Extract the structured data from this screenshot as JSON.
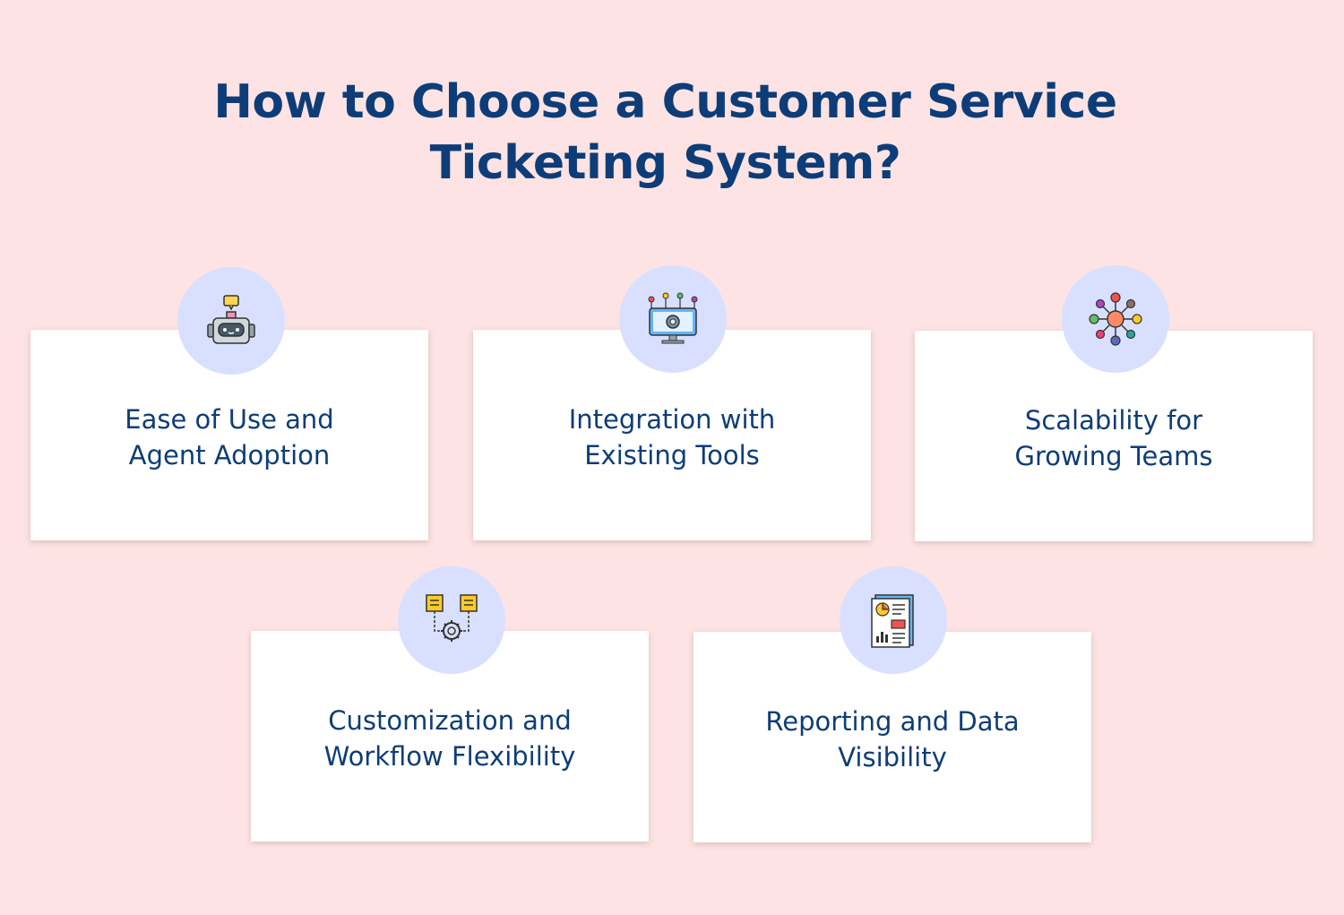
{
  "title": {
    "line1": "How to Choose a Customer Service",
    "line2": "Ticketing System?"
  },
  "cards": [
    {
      "line1": "Ease of Use and",
      "line2": "Agent Adoption",
      "icon": "robot-icon"
    },
    {
      "line1": "Integration with",
      "line2": "Existing Tools",
      "icon": "monitor-gear-icon"
    },
    {
      "line1": "Scalability for",
      "line2": "Growing Teams",
      "icon": "team-network-icon"
    },
    {
      "line1": "Customization and",
      "line2": "Workflow Flexibility",
      "icon": "workflow-gear-icon"
    },
    {
      "line1": "Reporting and Data",
      "line2": "Visibility",
      "icon": "report-document-icon"
    }
  ],
  "colors": {
    "background": "#fde3e3",
    "title": "#0d3d78",
    "card": "#ffffff",
    "icon_circle": "#d9e0ff"
  }
}
